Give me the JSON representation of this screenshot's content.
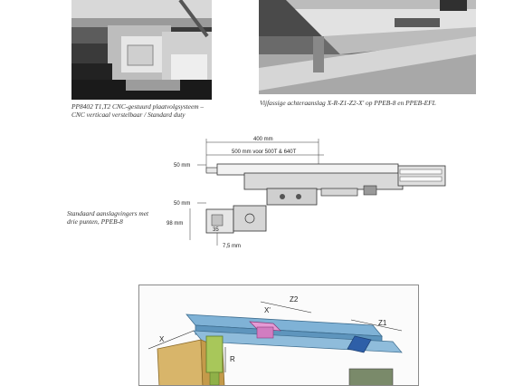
{
  "captions": {
    "left_photo": [
      "PP8402 T1,T2 CNC-gestuurd plaatvolgsysteem –",
      "CNC verticaal verstelbaar / Standard duty"
    ],
    "right_photo": "Vijfassige achteraanslag X-R-Z1-Z2-X' op PPEB-8 en PPEB-EFL",
    "drawing": [
      "Standaard aanslagvingers met",
      "drie punten, PPEB-8"
    ]
  },
  "drawing_labels": {
    "dim_400": "400 mm",
    "dim_500": "500 mm voor 500T & 640T",
    "dim_50_top": "50 mm",
    "dim_50_bottom": "50 mm",
    "dim_98": "98 mm",
    "dim_35": "35",
    "dim_7_5": "7,5 mm"
  },
  "axis_labels": {
    "x": "X",
    "x_prime": "X'",
    "z1": "Z1",
    "z2": "Z2",
    "r": "R"
  }
}
